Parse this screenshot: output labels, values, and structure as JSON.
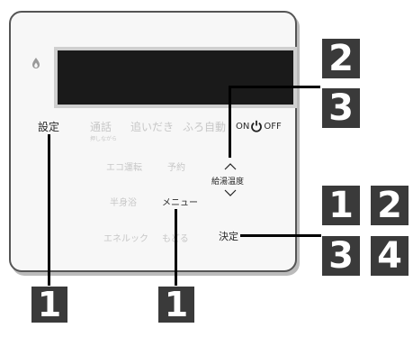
{
  "panel": {
    "buttons": {
      "settei": "設定",
      "tsuuwa": "通話",
      "tsuuwa_sub": "押しながら",
      "oidaki": "追いだき",
      "furo_jidou": "ふろ自動",
      "power_on": "ON",
      "power_off": "OFF",
      "eco_unten": "エコ運転",
      "yoyaku": "予約",
      "kyuutou_ondo": "給湯温度",
      "hanshinyoku": "半身浴",
      "menu": "メニュー",
      "eneruck": "エネルック",
      "modoru": "もどる",
      "kettei": "決定"
    }
  },
  "badges": {
    "temp_top": "2",
    "temp_bottom": "3",
    "kettei_1": "1",
    "kettei_2": "2",
    "kettei_3": "3",
    "kettei_4": "4",
    "settei": "1",
    "menu": "1"
  }
}
